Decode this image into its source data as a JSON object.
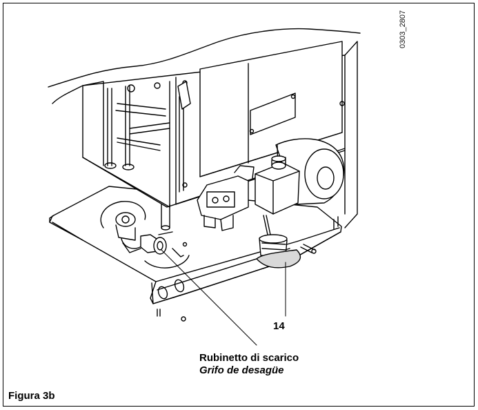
{
  "drawing_code": "0303_2807",
  "callout_number": "14",
  "drain_label_it": "Rubinetto di scarico",
  "drain_label_es": "Grifo de desagüe",
  "figure_title": "Figura 3b",
  "line_color": "#000000",
  "fill_color": "#ffffff",
  "shade_color": "#d9d9d9"
}
